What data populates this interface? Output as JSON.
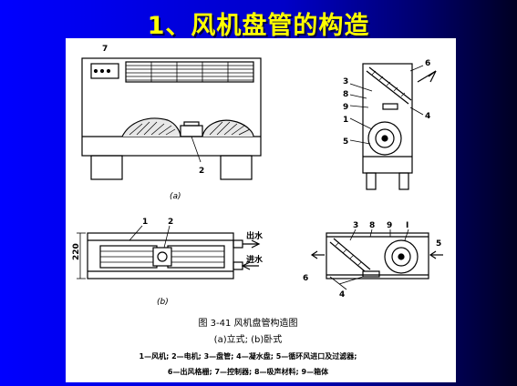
{
  "slide": {
    "title": "1、风机盘管的构造"
  },
  "figure": {
    "panel_a": {
      "sublabel": "(a)",
      "callouts": {
        "n7": "7",
        "n2": "2",
        "n3": "3",
        "n6": "6",
        "n8": "8",
        "n9": "9",
        "n4": "4",
        "n1": "1",
        "n5": "5"
      }
    },
    "panel_b": {
      "sublabel": "(b)",
      "dimension": "220",
      "outlet_water": "出水",
      "inlet_water": "进水",
      "callouts": {
        "n1": "1",
        "n2": "2",
        "n3": "3",
        "n8": "8",
        "n9": "9",
        "n1b": "I",
        "n5": "5",
        "n6": "6",
        "n4": "4"
      }
    },
    "caption": "图 3-41   风机盘管构造图",
    "subcaption": "(a)立式;      (b)卧式",
    "legend_line1": "1—风机; 2—电机; 3—盘管; 4—凝水盘; 5—循环风进口及过滤器;",
    "legend_line2": "6—出风格栅; 7—控制器; 8—吸声材料; 9—箱体"
  }
}
